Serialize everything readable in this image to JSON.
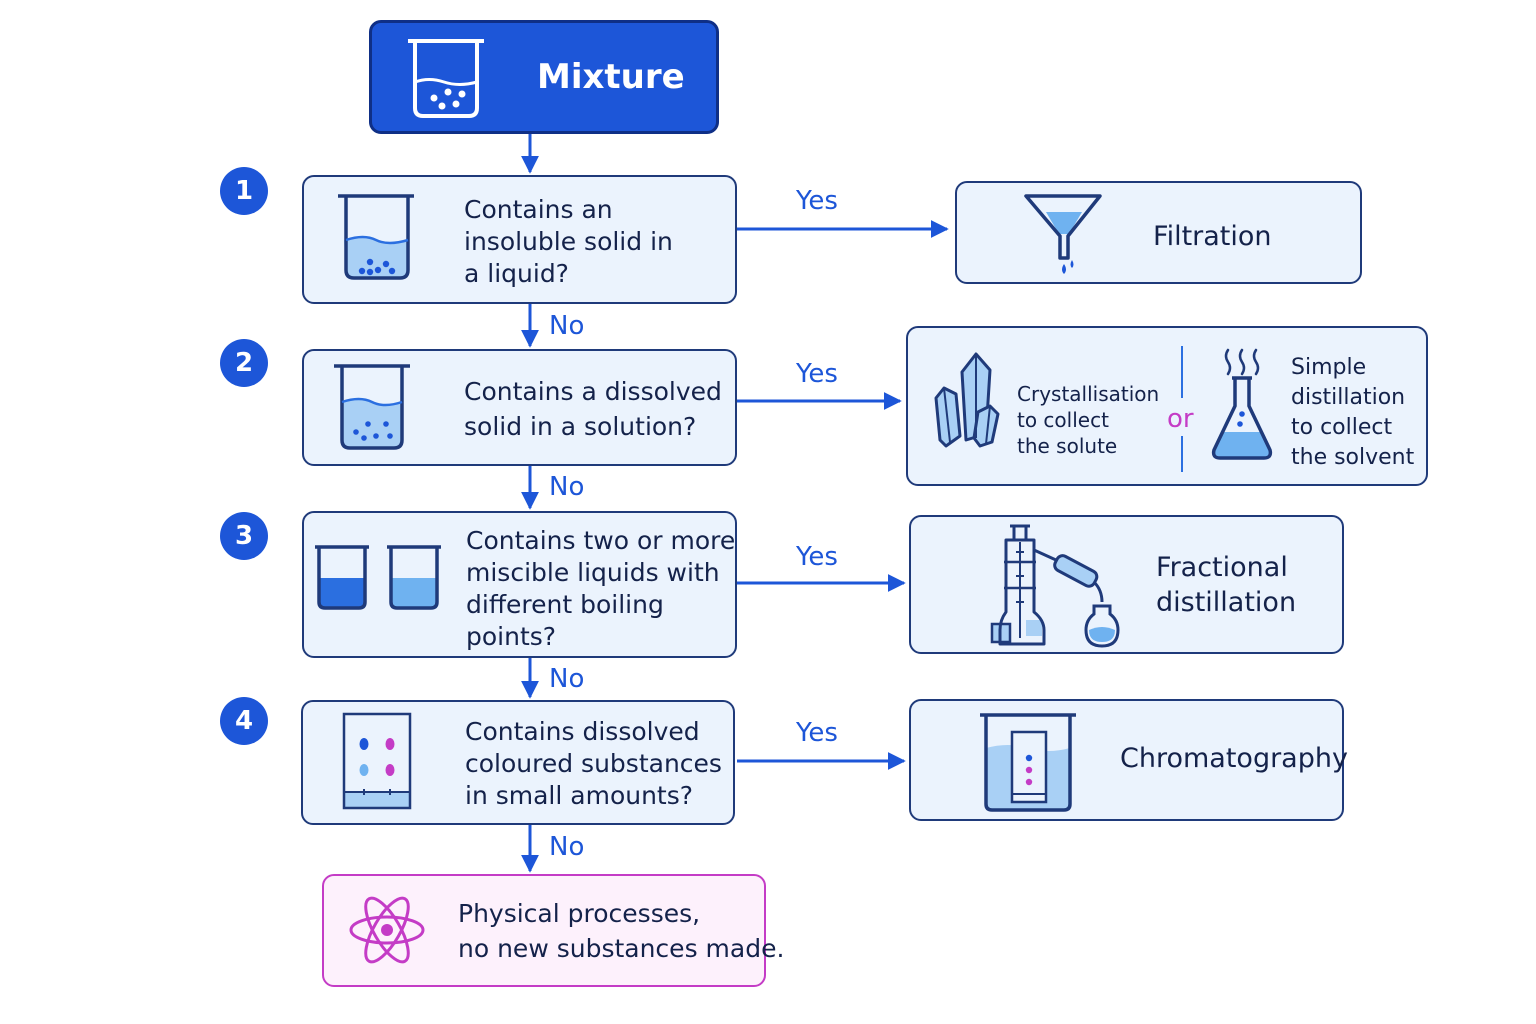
{
  "start": {
    "label": "Mixture"
  },
  "steps": [
    {
      "number": "1",
      "question": [
        "Contains an",
        "insoluble solid in",
        "a liquid?"
      ],
      "yes_label": "Yes",
      "no_label": "No"
    },
    {
      "number": "2",
      "question": [
        "Contains a dissolved",
        "solid in a solution?"
      ],
      "yes_label": "Yes",
      "no_label": "No"
    },
    {
      "number": "3",
      "question": [
        "Contains two or more",
        "miscible liquids with",
        "different boiling",
        "points?"
      ],
      "yes_label": "Yes",
      "no_label": "No"
    },
    {
      "number": "4",
      "question": [
        "Contains dissolved",
        "coloured substances",
        "in small amounts?"
      ],
      "yes_label": "Yes",
      "no_label": "No"
    }
  ],
  "methods": {
    "filtration": {
      "label": "Filtration"
    },
    "step2": {
      "crystallisation": [
        "Crystallisation",
        "to collect",
        "the solute"
      ],
      "or_label": "or",
      "simple_distillation": [
        "Simple",
        "distillation",
        "to collect",
        "the solvent"
      ]
    },
    "fractional": {
      "label": [
        "Fractional",
        "distillation"
      ]
    },
    "chromatography": {
      "label": "Chromatography"
    }
  },
  "final": {
    "lines": [
      "Physical processes,",
      "no new substances made."
    ]
  },
  "colors": {
    "primary_blue": "#1d56d8",
    "dark_navy": "#1f3a7a",
    "box_fill": "#ebf3fd",
    "liquid_light": "#a9d0f5",
    "liquid_dark": "#2b6fe0",
    "magenta": "#c43cc6",
    "final_fill": "#fdf1fc"
  },
  "icons": [
    "beaker-icon",
    "funnel-icon",
    "crystal-icon",
    "conical-flask-icon",
    "fractional-column-icon",
    "chromatography-paper-icon",
    "chromatography-tank-icon",
    "atom-icon"
  ]
}
